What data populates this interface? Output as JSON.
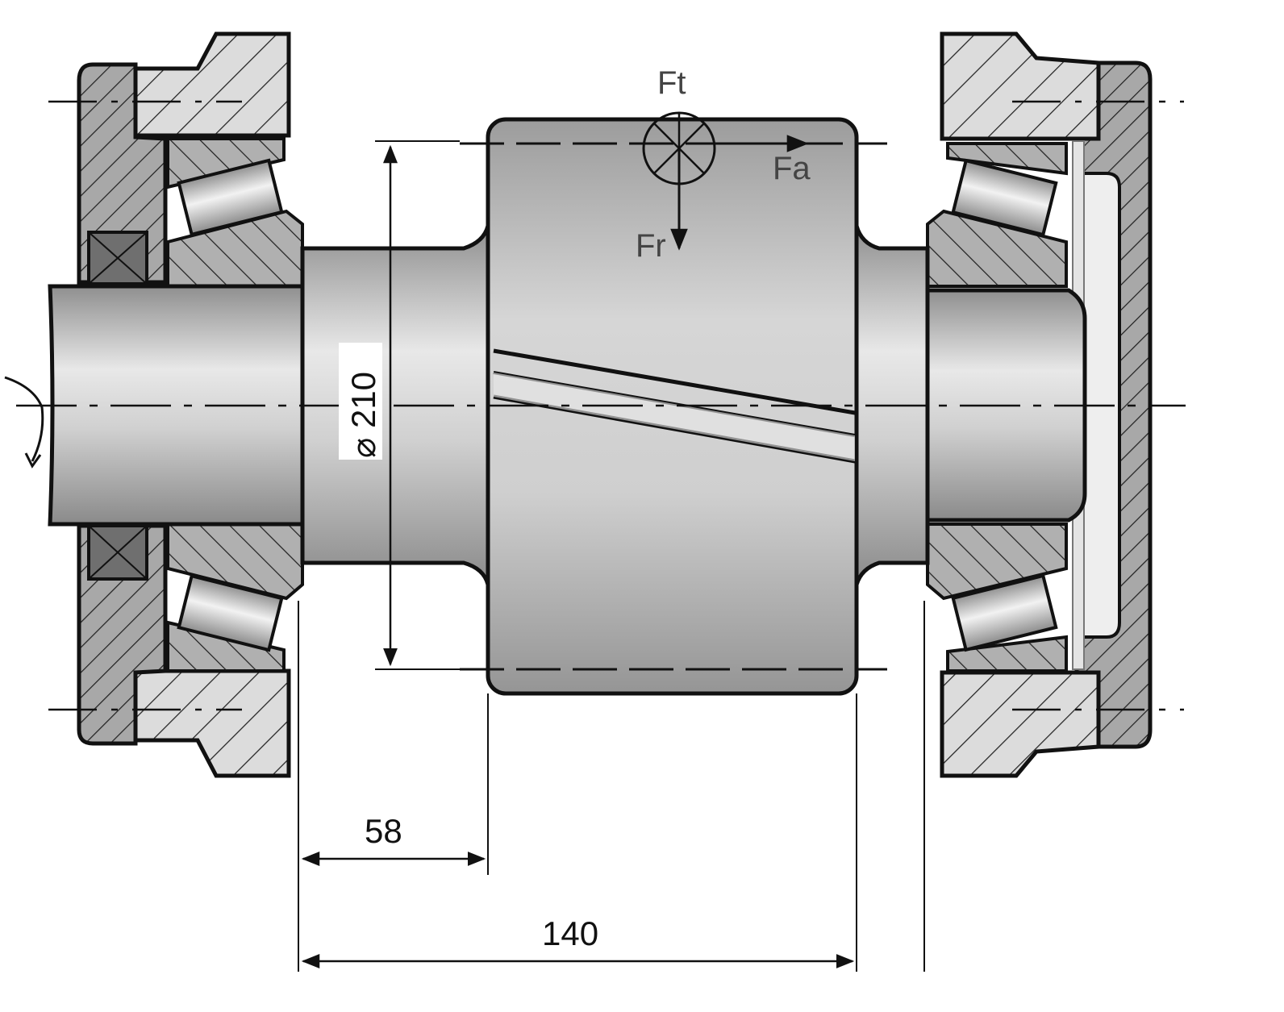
{
  "forces": {
    "tangential": "Ft",
    "axial": "Fa",
    "radial": "Fr"
  },
  "dimensions": {
    "gear_diameter": "⌀ 210",
    "gear_offset": "58",
    "bearing_span": "140"
  },
  "colors": {
    "outline": "#111111",
    "housing_fill": "#d9d9d9",
    "housing_dark": "#9a9a9a",
    "shaft_light": "#e6e6e6",
    "shaft_dark": "#8c8c8c"
  }
}
